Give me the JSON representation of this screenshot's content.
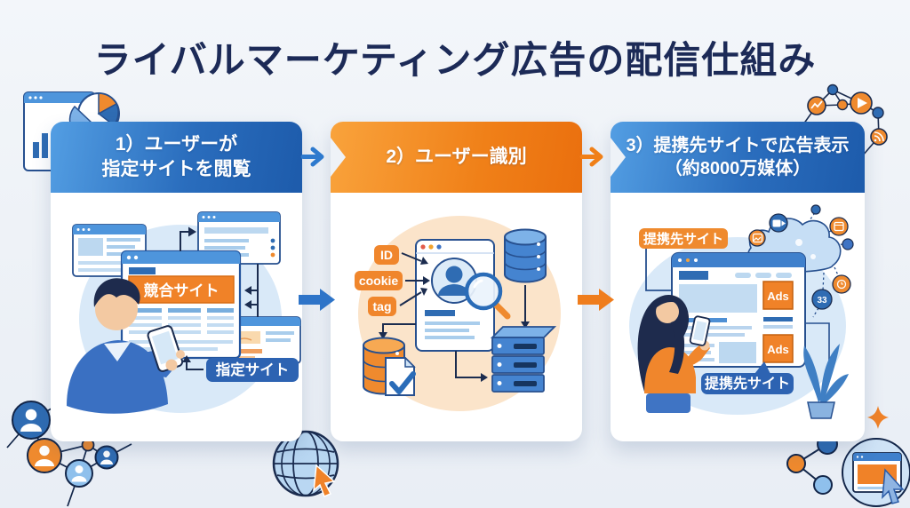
{
  "title": "ライバルマーケティング広告の配信仕組み",
  "steps": {
    "step1": {
      "line1": "1）ユーザーが",
      "line2": "指定サイトを閲覧"
    },
    "step2": {
      "line1": "2）ユーザー識別"
    },
    "step3": {
      "line1": "3）提携先サイトで広告表示",
      "line2": "（約8000万媒体）"
    }
  },
  "panel1": {
    "competitor_site": "競合サイト",
    "designated_site": "指定サイト"
  },
  "panel2": {
    "id_badge": "ID",
    "cookie_badge": "cookie",
    "tag_badge": "tag"
  },
  "panel3": {
    "partner_site_top": "提携先サイト",
    "partner_site_bottom": "提携先サイト",
    "ads_top": "Ads",
    "ads_bottom": "Ads",
    "badge_33": "33"
  },
  "colors": {
    "background": "#eef2f7",
    "title_navy": "#1c2a57",
    "step_blue": "#2e74c8",
    "step_orange": "#f0821e",
    "card_white": "#ffffff",
    "label_blue": "#2d63b2",
    "label_orange": "#ef8a2e",
    "line_navy": "#1b2c4f"
  },
  "icons": {
    "deco_top_left": "analytics-window-and-pie-chart",
    "deco_top_right": "media-network-nodes",
    "deco_bottom_left": "user-network-nodes",
    "deco_bottom_center": "globe-with-cursor",
    "deco_bottom_right": "share-and-browser-cursor-badge"
  }
}
